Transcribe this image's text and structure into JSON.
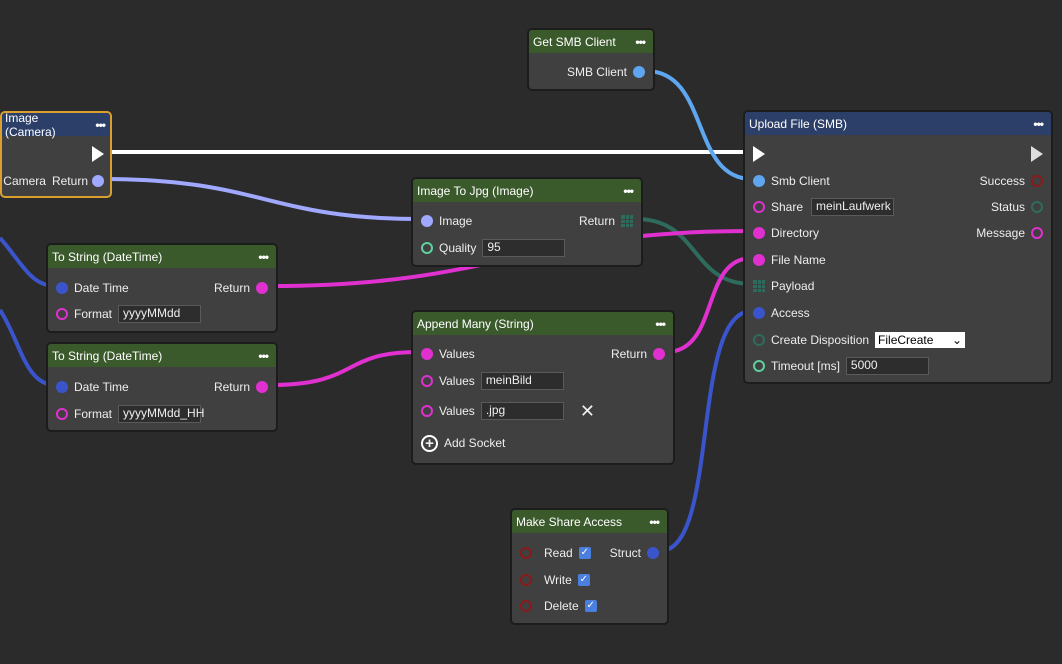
{
  "colors": {
    "exec": "#ffffff",
    "image": "#a0a8ff",
    "smb": "#5ea6f0",
    "string": "#e030d0",
    "struct": "#3a55cc",
    "bytes": "#2f6b5c",
    "bool": "#8a1a1a",
    "number": "#5fd0a0"
  },
  "camera_node": {
    "title": "Image (Camera)",
    "input": "Camera",
    "output": "Return"
  },
  "smb_client_node": {
    "title": "Get SMB Client",
    "output": "SMB Client"
  },
  "upload_node": {
    "title": "Upload File (SMB)",
    "inputs": {
      "smb_client": "Smb Client",
      "share": "Share",
      "share_value": "meinLaufwerk",
      "directory": "Directory",
      "file_name": "File Name",
      "payload": "Payload",
      "access": "Access",
      "create_disposition": "Create Disposition",
      "create_disposition_value": "FileCreate",
      "timeout": "Timeout [ms]",
      "timeout_value": "5000"
    },
    "outputs": {
      "success": "Success",
      "status": "Status",
      "message": "Message"
    }
  },
  "jpg_node": {
    "title": "Image To Jpg (Image)",
    "image": "Image",
    "quality": "Quality",
    "quality_value": "95",
    "output": "Return"
  },
  "tostring1": {
    "title": "To String (DateTime)",
    "date_time": "Date Time",
    "format": "Format",
    "format_value": "yyyyMMdd",
    "output": "Return"
  },
  "tostring2": {
    "title": "To String (DateTime)",
    "date_time": "Date Time",
    "format": "Format",
    "format_value": "yyyyMMdd_HH",
    "output": "Return"
  },
  "append_node": {
    "title": "Append Many (String)",
    "values": "Values",
    "value2": "meinBild",
    "value3": ".jpg",
    "output": "Return",
    "add_socket": "Add Socket"
  },
  "share_access_node": {
    "title": "Make Share Access",
    "read": "Read",
    "write": "Write",
    "delete": "Delete",
    "read_checked": true,
    "write_checked": true,
    "delete_checked": true,
    "output": "Struct"
  },
  "menu_glyph": "•••"
}
